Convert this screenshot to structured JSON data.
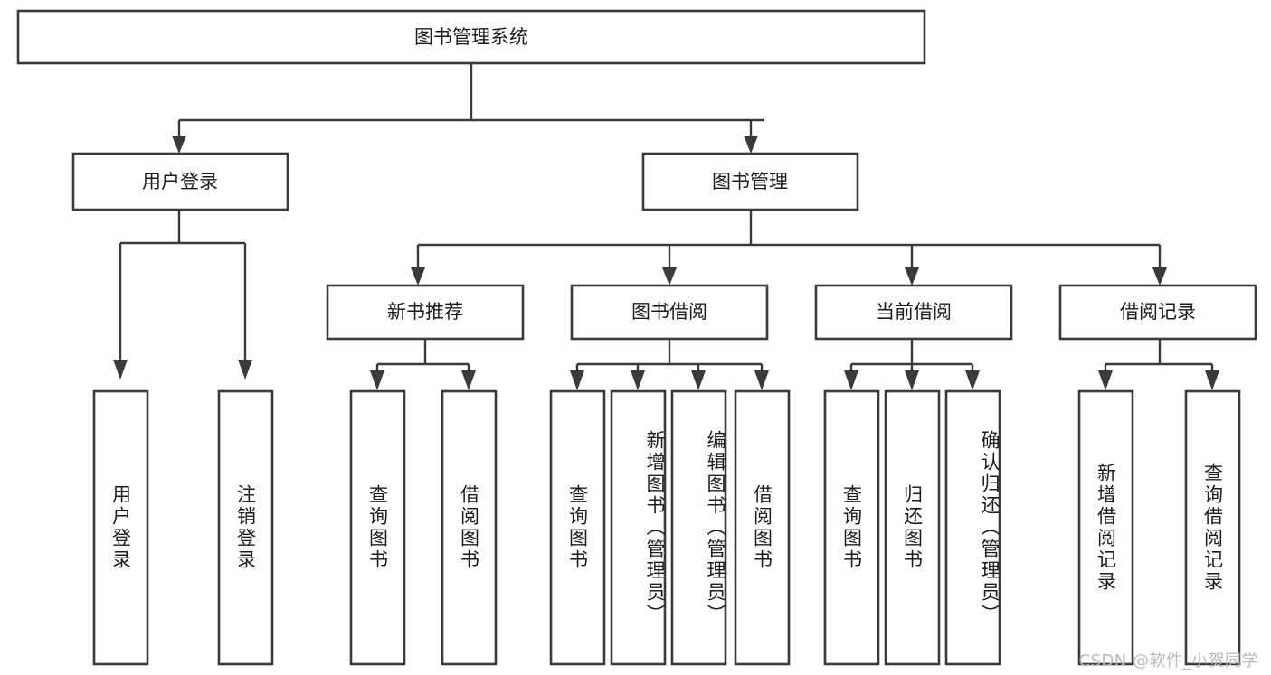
{
  "diagram": {
    "title": "图书管理系统",
    "watermark": "CSDN @软件_小贺同学",
    "colors": {
      "stroke": "#3a3a3a",
      "fill": "#ffffff",
      "text": "#1c1c1c",
      "watermark": "#b9b9b9"
    }
  },
  "root": {
    "label": "图书管理系统"
  },
  "level2": [
    {
      "label": "用户登录"
    },
    {
      "label": "图书管理"
    }
  ],
  "level3": [
    {
      "label": "新书推荐"
    },
    {
      "label": "图书借阅"
    },
    {
      "label": "当前借阅"
    },
    {
      "label": "借阅记录"
    }
  ],
  "leaves": {
    "user_login": [
      {
        "label": "用户登录"
      },
      {
        "label": "注销登录"
      }
    ],
    "new_book_recommend": [
      {
        "label": "查询图书"
      },
      {
        "label": "借阅图书"
      }
    ],
    "book_borrow": [
      {
        "label": "查询图书"
      },
      {
        "label": "新增图书（管理员）"
      },
      {
        "label": "编辑图书（管理员）"
      },
      {
        "label": "借阅图书"
      }
    ],
    "current_borrow": [
      {
        "label": "查询图书"
      },
      {
        "label": "归还图书"
      },
      {
        "label": "确认归还（管理员）"
      }
    ],
    "borrow_record": [
      {
        "label": "新增借阅记录"
      },
      {
        "label": "查询借阅记录"
      }
    ]
  }
}
